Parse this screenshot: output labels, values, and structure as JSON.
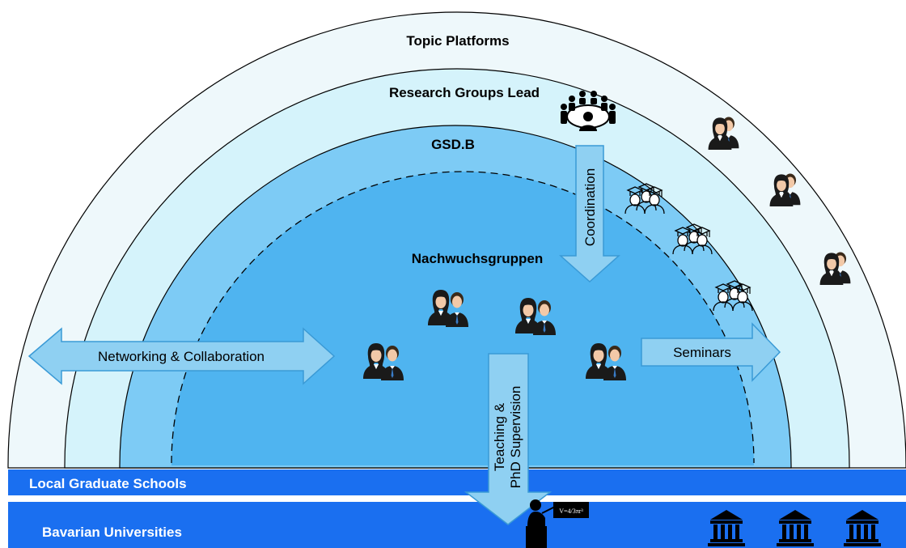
{
  "arcs": {
    "outer": "Topic Platforms",
    "second": "Research Groups Lead",
    "third": "GSD.B",
    "inner": "Nachwuchsgruppen"
  },
  "arrows": {
    "coordination": "Coordination",
    "networking": "Networking & Collaboration",
    "seminars": "Seminars",
    "teaching_line1": "Teaching &",
    "teaching_line2": "PhD Supervision"
  },
  "bars": {
    "local": "Local Graduate Schools",
    "bavarian": "Bavarian Universities"
  },
  "icons": {
    "meeting": "meeting-table-icon",
    "researcher": "researcher-pair-icon",
    "graduate": "graduate-group-icon",
    "teacher": "teacher-at-blackboard-icon",
    "university": "university-building-icon",
    "blackboard_formula": "V=4/3πr³"
  },
  "colors": {
    "outer_fill": "#eef8fb",
    "second_fill": "#d5f3fb",
    "third_fill": "#7dcbf5",
    "inner_fill": "#4fb4f0",
    "bar_blue": "#1a6ff0",
    "arrow_fill": "#8fd0f2",
    "arrow_stroke": "#3a9ad6"
  }
}
